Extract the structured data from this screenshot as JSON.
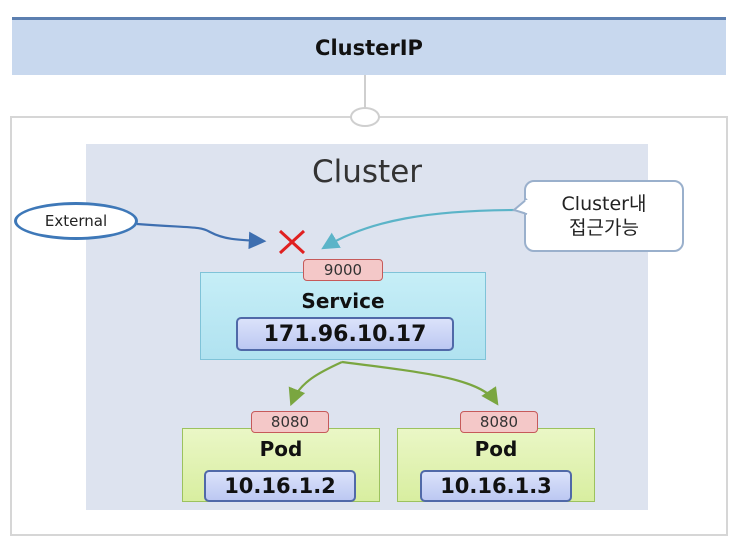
{
  "title": "ClusterIP",
  "cluster": {
    "label": "Cluster"
  },
  "external": {
    "label": "External"
  },
  "callout": {
    "line1": "Cluster내",
    "line2": "접근가능"
  },
  "service": {
    "port": "9000",
    "title": "Service",
    "ip": "171.96.10.17"
  },
  "pods": [
    {
      "port": "8080",
      "title": "Pod",
      "ip": "10.16.1.2"
    },
    {
      "port": "8080",
      "title": "Pod",
      "ip": "10.16.1.3"
    }
  ],
  "colors": {
    "blocked_mark": "#e02020",
    "external_arrow": "#3e6fb0",
    "internal_arrow": "#5bb4c8",
    "pod_arrow": "#7aa640"
  }
}
